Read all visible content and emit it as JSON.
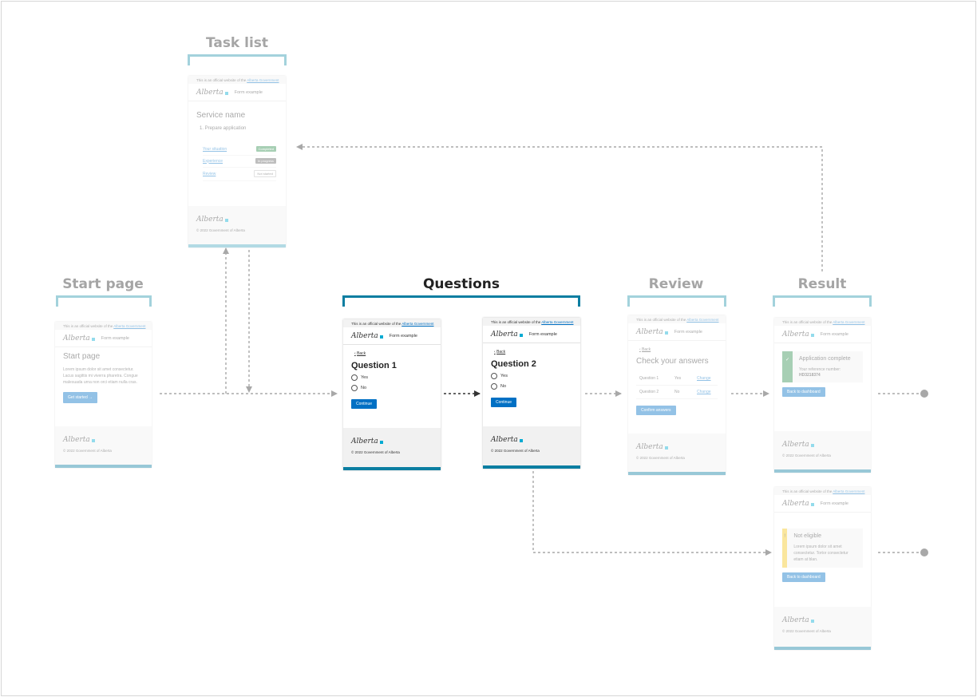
{
  "sections": {
    "task_list": "Task list",
    "start_page": "Start page",
    "questions": "Questions",
    "review": "Review",
    "result": "Result"
  },
  "common": {
    "official_prefix": "This is an official website of the",
    "official_link": "Alberta Government",
    "logo": "Alberta",
    "service": "Form example",
    "copyright": "© 2022 Government of Alberta",
    "back": "Back"
  },
  "task_list": {
    "heading": "Service name",
    "group": "1. Prepare application",
    "tasks": [
      {
        "label": "Your situation",
        "status": "Completed"
      },
      {
        "label": "Experience",
        "status": "In progress"
      },
      {
        "label": "Review",
        "status": "Not started"
      }
    ]
  },
  "start_page": {
    "heading": "Start page",
    "body": "Lorem ipsum dolor sit amet consectetur. Lacus sagittis mi viverra pharetra. Congue malesuada urna non orci etiam nulla cras.",
    "button": "Get started"
  },
  "question1": {
    "heading": "Question 1",
    "options": [
      "Yes",
      "No"
    ],
    "button": "Continue"
  },
  "question2": {
    "heading": "Question 2",
    "options": [
      "Yes",
      "No"
    ],
    "button": "Continue"
  },
  "review": {
    "heading": "Check your answers",
    "rows": [
      {
        "question": "Question 1",
        "answer": "Yes",
        "action": "Change"
      },
      {
        "question": "Question 2",
        "answer": "No",
        "action": "Change"
      }
    ],
    "button": "Confirm answers"
  },
  "result_success": {
    "title": "Application complete",
    "text": "Your reference number:",
    "reference": "HD3218374",
    "button": "Back to dashboard",
    "accent": "#2f8e4e"
  },
  "result_fail": {
    "title": "Not eligible",
    "text": "Lorem ipsum dolor sit amet consectetur. Tortor consectetur etiam at blan.",
    "button": "Back to dashboard",
    "accent": "#f5c518"
  },
  "colors": {
    "primary": "#0070c4",
    "brand_teal": "#0b7ea1",
    "bracket_inactive": "#a3d2dc"
  }
}
